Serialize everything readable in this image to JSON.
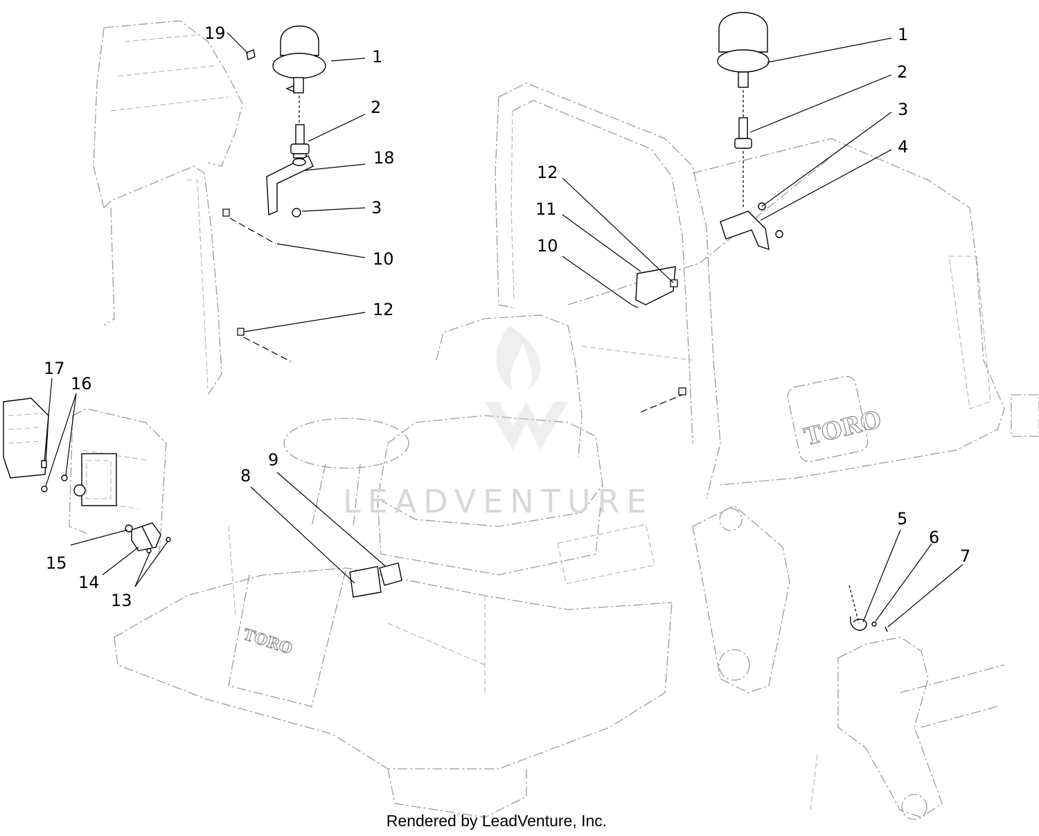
{
  "watermark": "LEADVENTURE",
  "footer": "Rendered by LeadVenture, Inc.",
  "decals": {
    "brand_hood": "TORO",
    "brand_floor": "TORO"
  },
  "callouts": [
    {
      "id": "c19a",
      "label": "19"
    },
    {
      "id": "c1a",
      "label": "1"
    },
    {
      "id": "c2a",
      "label": "2"
    },
    {
      "id": "c18a",
      "label": "18"
    },
    {
      "id": "c3a",
      "label": "3"
    },
    {
      "id": "c10a",
      "label": "10"
    },
    {
      "id": "c12a",
      "label": "12"
    },
    {
      "id": "c17a",
      "label": "17"
    },
    {
      "id": "c16a",
      "label": "16"
    },
    {
      "id": "c15a",
      "label": "15"
    },
    {
      "id": "c14a",
      "label": "14"
    },
    {
      "id": "c13a",
      "label": "13"
    },
    {
      "id": "c9a",
      "label": "9"
    },
    {
      "id": "c8a",
      "label": "8"
    },
    {
      "id": "c12b",
      "label": "12"
    },
    {
      "id": "c11b",
      "label": "11"
    },
    {
      "id": "c10b",
      "label": "10"
    },
    {
      "id": "c1b",
      "label": "1"
    },
    {
      "id": "c2b",
      "label": "2"
    },
    {
      "id": "c3b",
      "label": "3"
    },
    {
      "id": "c4b",
      "label": "4"
    },
    {
      "id": "c5c",
      "label": "5"
    },
    {
      "id": "c6c",
      "label": "6"
    },
    {
      "id": "c7c",
      "label": "7"
    }
  ]
}
